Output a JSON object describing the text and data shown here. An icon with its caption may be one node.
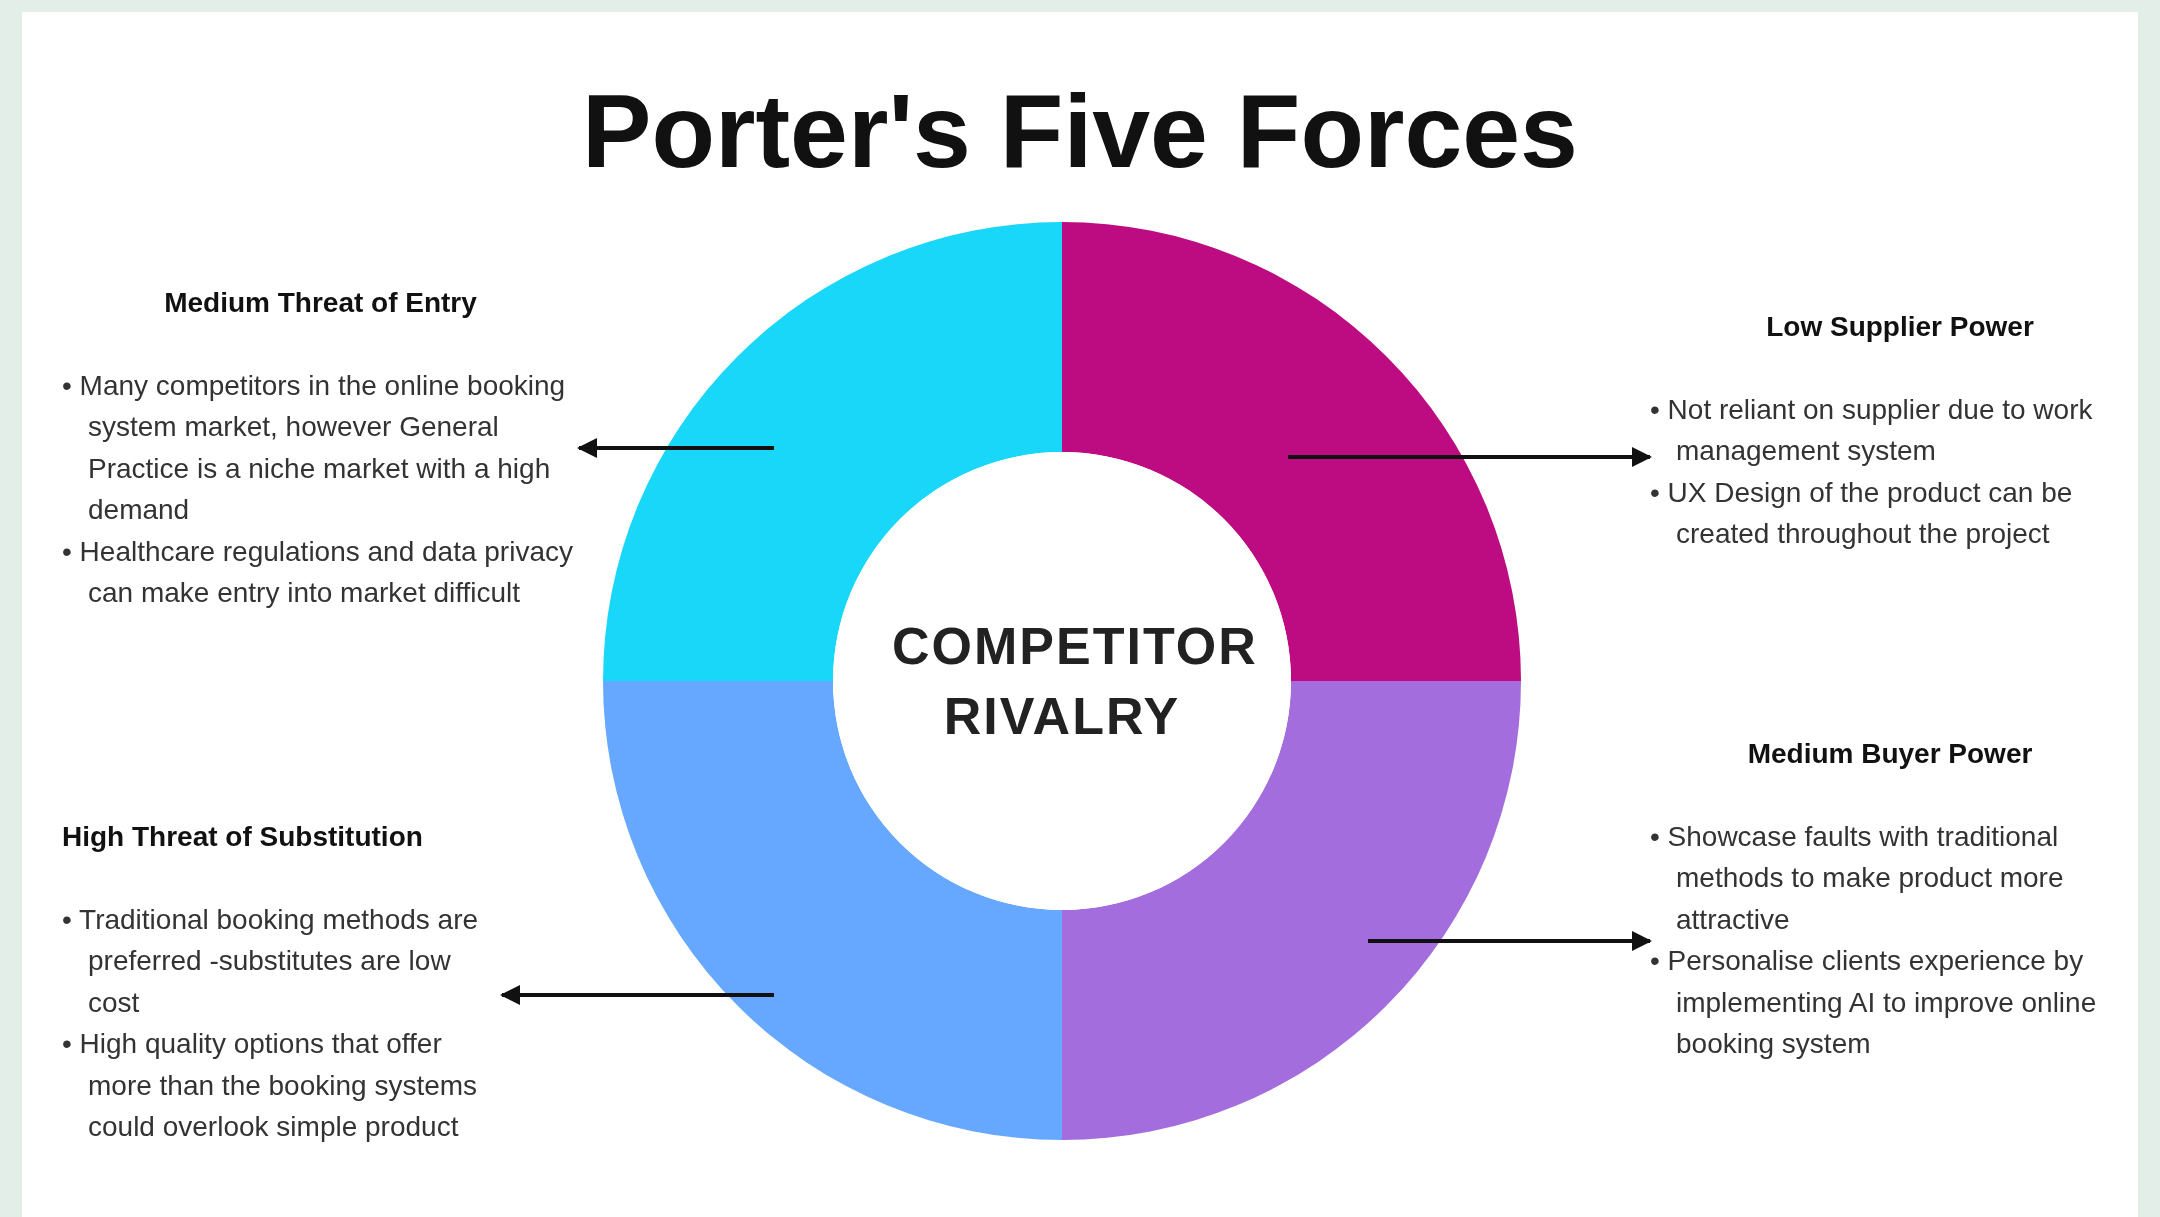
{
  "diagram": {
    "title": "Porter's Five Forces",
    "nodes": [
      {
        "text": [
          "Medium Threat of Entry",
          "• Many competitors in the online booking system market, however General Practice is a niche market with a high demand",
          "• Healthcare regulations and data privacy can make entry into market difficult"
        ]
      },
      {
        "text": [],
        "shape": "sector"
      },
      {
        "text": [],
        "shape": "sector"
      },
      {
        "text": [
          "Low Supplier Power",
          "• Not reliant on supplier due to work management system",
          "• UX Design of the product can be created throughout the project"
        ]
      },
      {
        "text": [
          "COMPETITOR RIVALRY"
        ]
      },
      {
        "text": [
          "Medium Buyer Power",
          "• Showcase faults with traditional methods to make product more attractive",
          "• Personalise clients experience by implementing AI to improve online booking system"
        ]
      },
      {
        "text": [
          "High Threat of Substitution",
          "• Traditional booking methods are preferred -substitutes are low cost",
          "• High quality options that offer more than the booking systems could overlook simple product"
        ]
      },
      {
        "text": [],
        "shape": "sector"
      },
      {
        "text": [],
        "shape": "sector"
      }
    ],
    "edges": [
      {
        "from": 1,
        "to": 0,
        "arrow": "to"
      },
      {
        "from": 2,
        "to": 3,
        "arrow": "to"
      },
      {
        "from": 8,
        "to": 5,
        "arrow": "to"
      },
      {
        "from": 7,
        "to": 6,
        "arrow": "to"
      }
    ]
  }
}
